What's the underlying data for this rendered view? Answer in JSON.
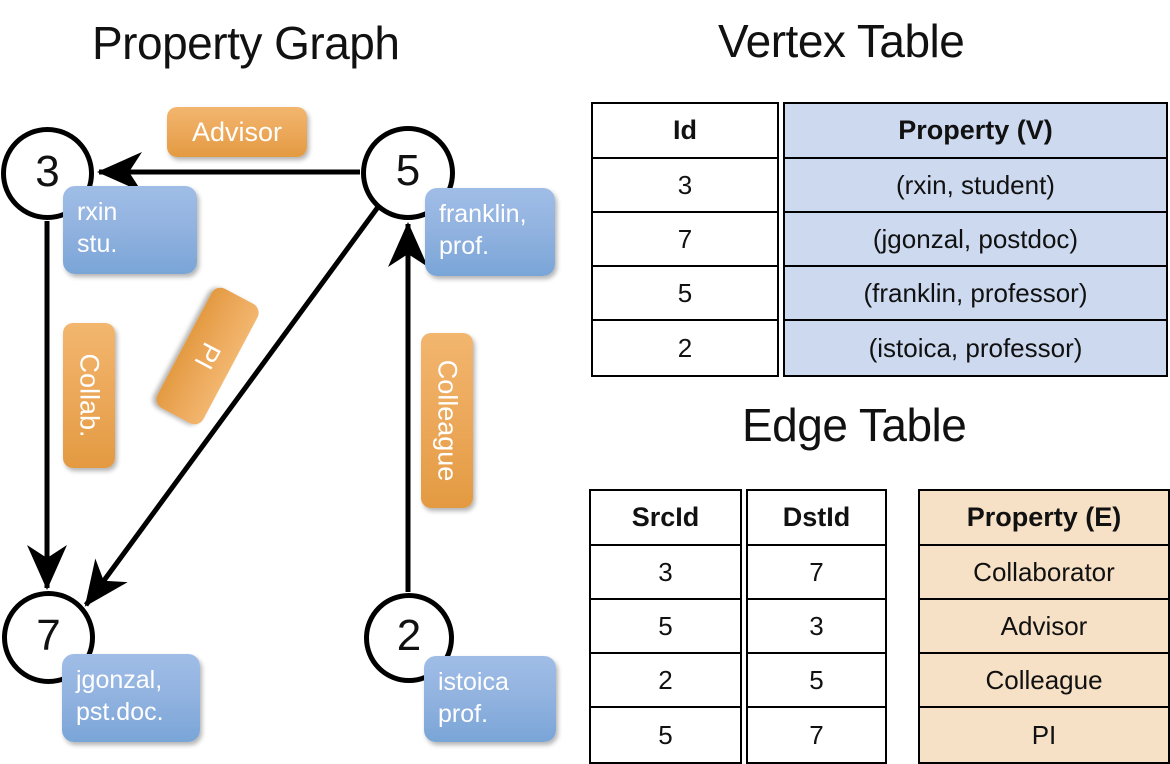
{
  "graph": {
    "title": "Property Graph",
    "nodes": [
      {
        "id": "3",
        "prop_line1": "rxin",
        "prop_line2": "stu."
      },
      {
        "id": "5",
        "prop_line1": "franklin,",
        "prop_line2": "prof."
      },
      {
        "id": "7",
        "prop_line1": "jgonzal,",
        "prop_line2": "pst.doc."
      },
      {
        "id": "2",
        "prop_line1": "istoica",
        "prop_line2": "prof."
      }
    ],
    "edge_labels": {
      "advisor": "Advisor",
      "collab": "Collab.",
      "pi": "PI",
      "colleague": "Colleague"
    }
  },
  "vertex_table": {
    "title": "Vertex Table",
    "headers": [
      "Id",
      "Property (V)"
    ],
    "rows": [
      {
        "id": "3",
        "property": "(rxin, student)"
      },
      {
        "id": "7",
        "property": "(jgonzal, postdoc)"
      },
      {
        "id": "5",
        "property": "(franklin, professor)"
      },
      {
        "id": "2",
        "property": "(istoica, professor)"
      }
    ]
  },
  "edge_table": {
    "title": "Edge Table",
    "headers": [
      "SrcId",
      "DstId",
      "Property (E)"
    ],
    "rows": [
      {
        "src": "3",
        "dst": "7",
        "property": "Collaborator"
      },
      {
        "src": "5",
        "dst": "3",
        "property": "Advisor"
      },
      {
        "src": "2",
        "dst": "5",
        "property": "Colleague"
      },
      {
        "src": "5",
        "dst": "7",
        "property": "PI"
      }
    ]
  },
  "colors": {
    "vertex_fill": "#ccd9ef",
    "edge_fill": "#f6e0c6",
    "node_prop_blue": "#93b3e0",
    "edge_label_orange": "#eca85a"
  }
}
